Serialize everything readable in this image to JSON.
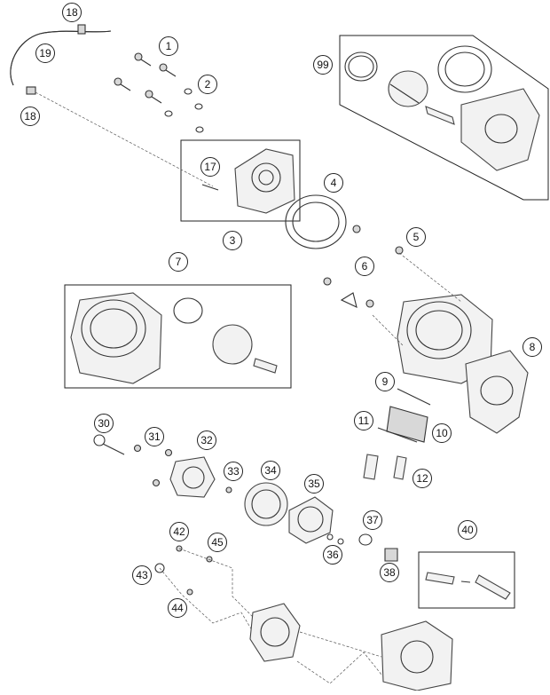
{
  "diagram": {
    "callouts": [
      {
        "id": "c18a",
        "label": "18"
      },
      {
        "id": "c19",
        "label": "19"
      },
      {
        "id": "c18b",
        "label": "18"
      },
      {
        "id": "c1",
        "label": "1"
      },
      {
        "id": "c2",
        "label": "2"
      },
      {
        "id": "c99",
        "label": "99"
      },
      {
        "id": "c17",
        "label": "17"
      },
      {
        "id": "c3",
        "label": "3"
      },
      {
        "id": "c4",
        "label": "4"
      },
      {
        "id": "c5",
        "label": "5"
      },
      {
        "id": "c6",
        "label": "6"
      },
      {
        "id": "c7",
        "label": "7"
      },
      {
        "id": "c8",
        "label": "8"
      },
      {
        "id": "c9",
        "label": "9"
      },
      {
        "id": "c10",
        "label": "10"
      },
      {
        "id": "c11",
        "label": "11"
      },
      {
        "id": "c12",
        "label": "12"
      },
      {
        "id": "c30",
        "label": "30"
      },
      {
        "id": "c31",
        "label": "31"
      },
      {
        "id": "c32",
        "label": "32"
      },
      {
        "id": "c33",
        "label": "33"
      },
      {
        "id": "c34",
        "label": "34"
      },
      {
        "id": "c35",
        "label": "35"
      },
      {
        "id": "c36",
        "label": "36"
      },
      {
        "id": "c37",
        "label": "37"
      },
      {
        "id": "c38",
        "label": "38"
      },
      {
        "id": "c40",
        "label": "40"
      },
      {
        "id": "c42",
        "label": "42"
      },
      {
        "id": "c43",
        "label": "43"
      },
      {
        "id": "c44",
        "label": "44"
      },
      {
        "id": "c45",
        "label": "45"
      }
    ]
  }
}
